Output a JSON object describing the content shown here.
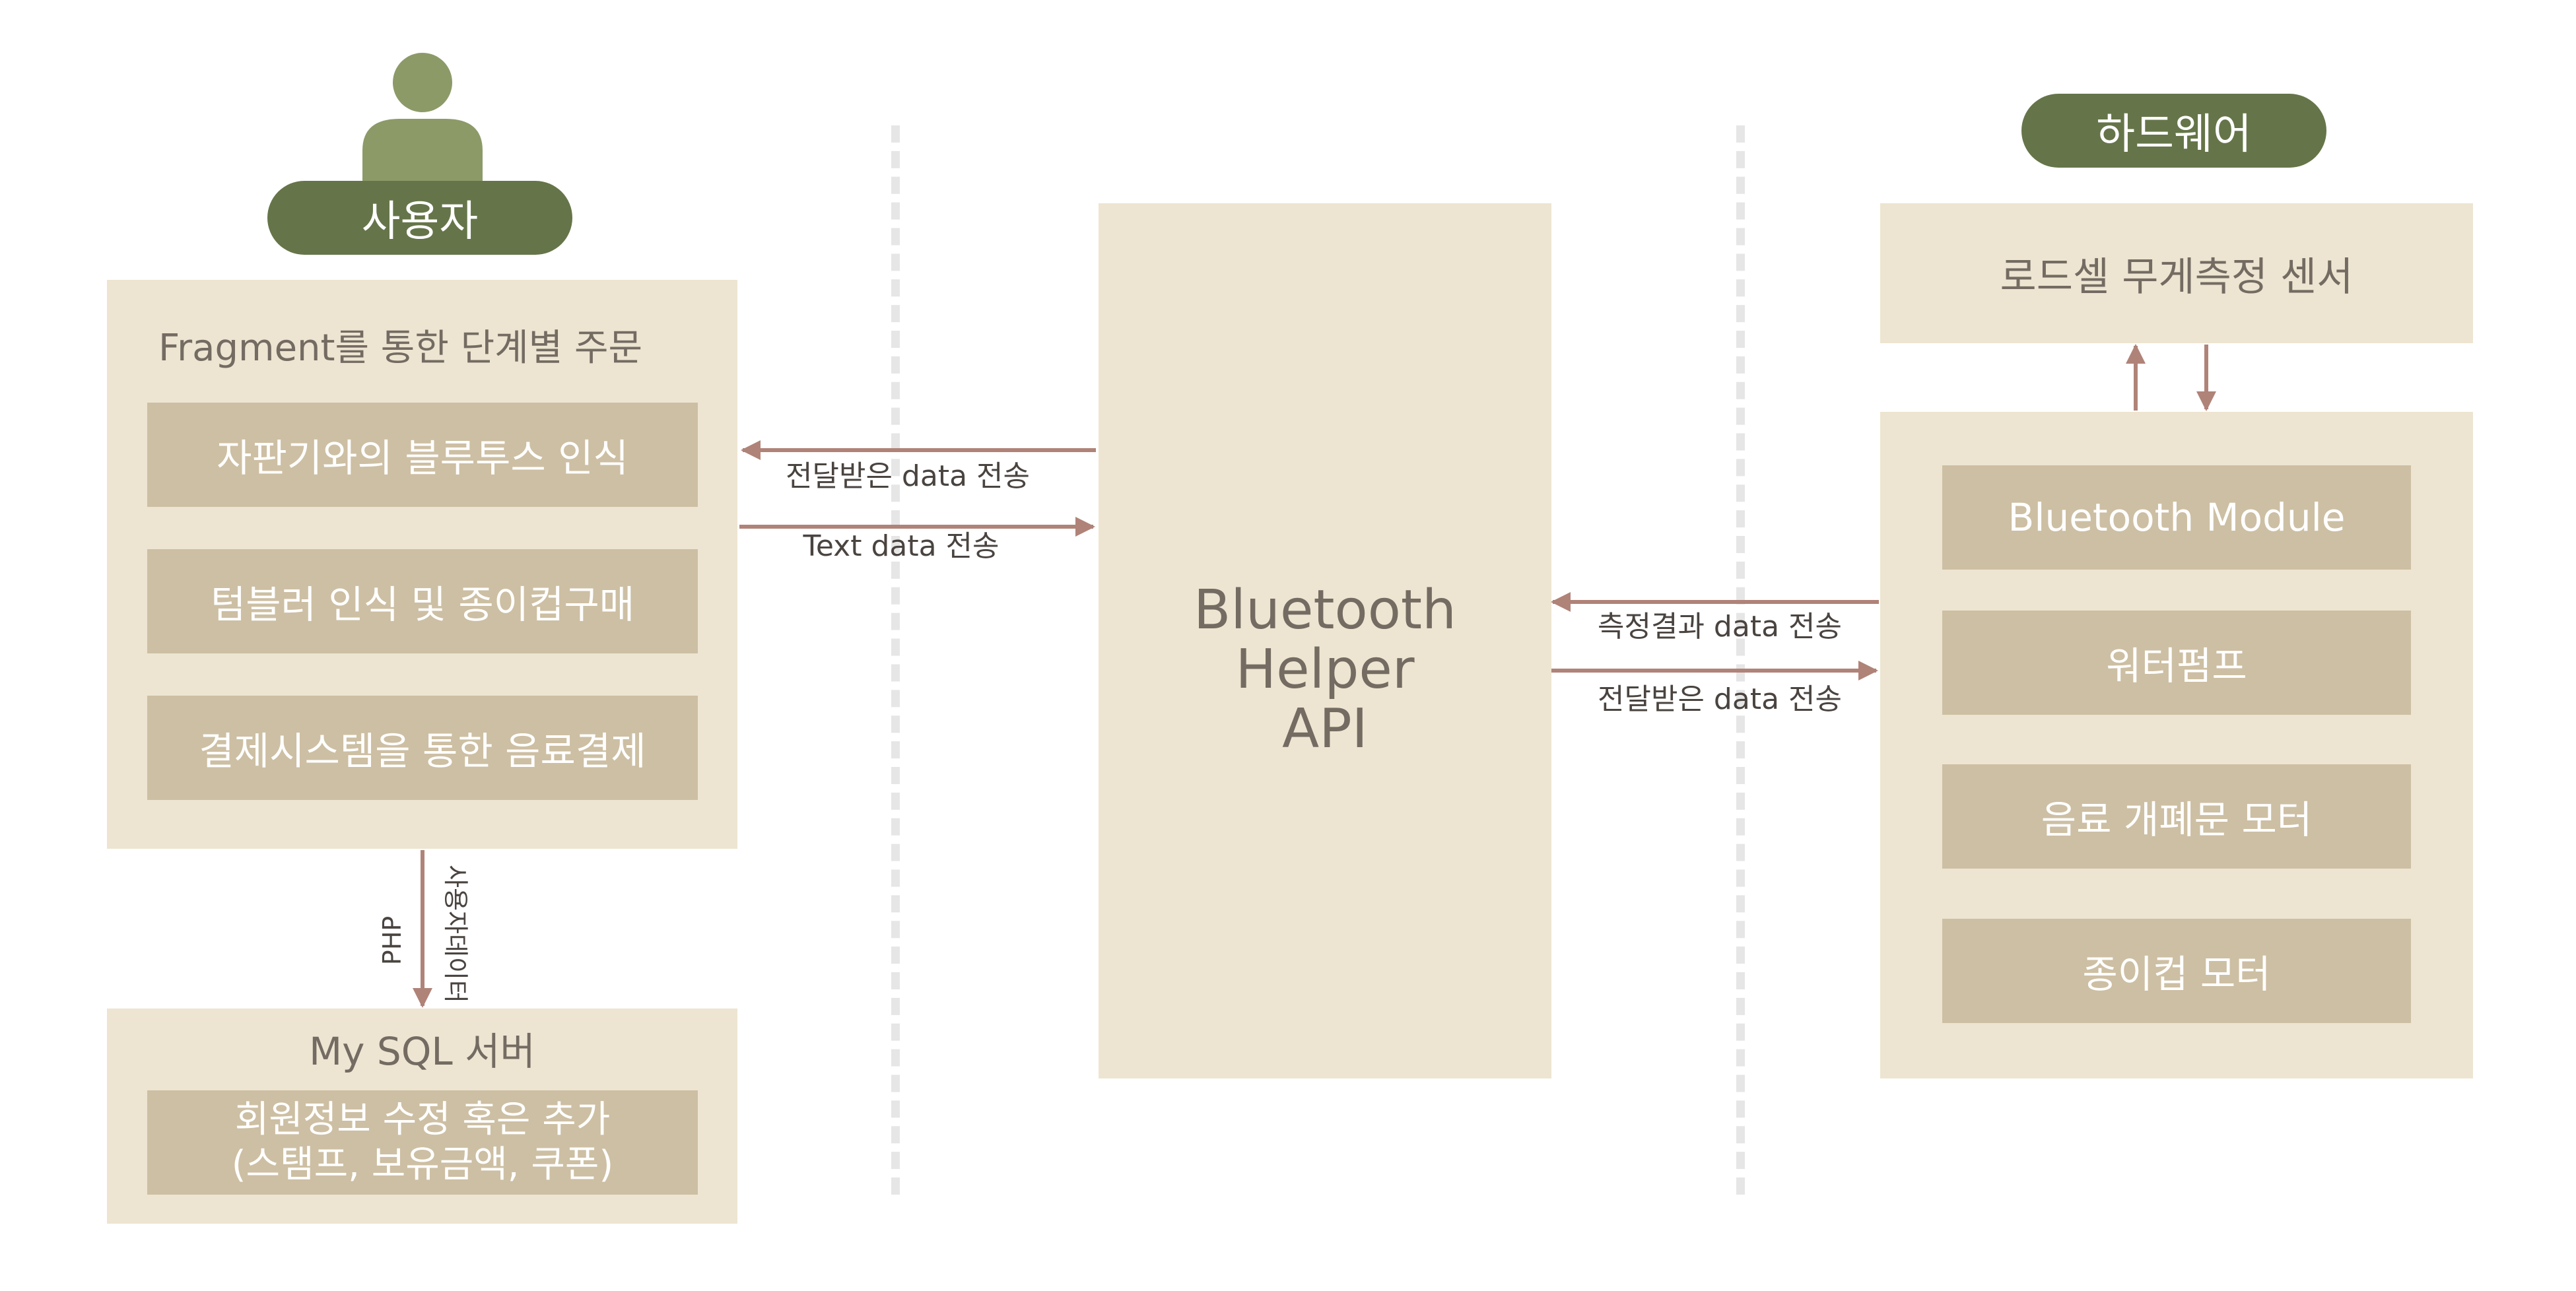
{
  "user": {
    "label": "사용자",
    "panel_title": "Fragment를 통한 단계별 주문",
    "steps": [
      "자판기와의 블루투스 인식",
      "텀블러 인식 및 종이컵구매",
      "결제시스템을 통한 음료결제"
    ]
  },
  "mysql": {
    "title": "My SQL 서버",
    "content_line1": "회원정보 수정 혹은 추가",
    "content_line2": "(스탬프, 보유금액, 쿠폰)"
  },
  "link_user_db": {
    "left": "PHP",
    "right": "사용자데이터"
  },
  "center": {
    "line1": "Bluetooth Helper",
    "line2": "API"
  },
  "link_user_api": {
    "top": "전달받은 data 전송",
    "bottom": "Text data 전송"
  },
  "link_api_hw": {
    "top": "측정결과 data 전송",
    "bottom": "전달받은 data 전송"
  },
  "hardware": {
    "label": "하드웨어",
    "sensor": "로드셀 무게측정 센서",
    "modules": [
      "Bluetooth Module",
      "워터펌프",
      "음료 개폐문 모터",
      "종이컵 모터"
    ]
  },
  "colors": {
    "panel": "#ede5d1",
    "inner": "#cdbfa3",
    "pill": "#657549",
    "avatar": "#8c9a68",
    "arrow": "#b08378",
    "divider": "#e6e6e6"
  }
}
